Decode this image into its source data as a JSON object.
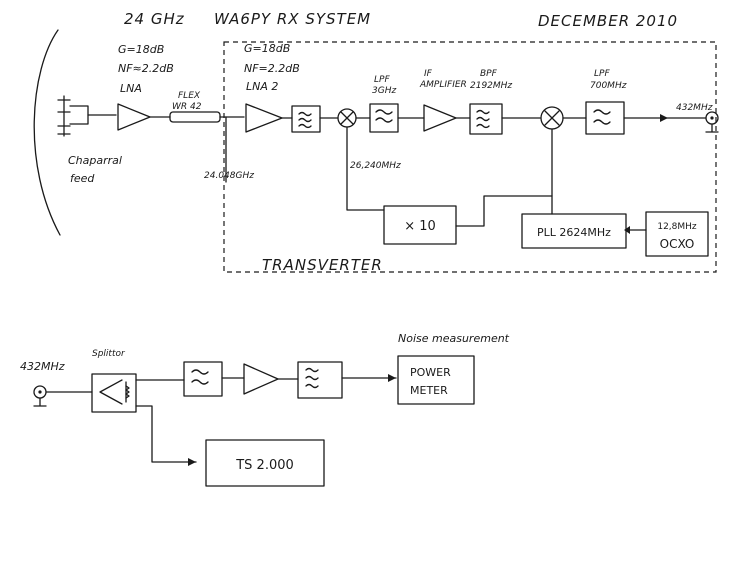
{
  "header": {
    "freq": "24 GHz",
    "title": "WA6PY RX SYSTEM",
    "date": "DECEMBER 2010"
  },
  "top": {
    "lna": {
      "gain": "G=18dB",
      "nf": "NF≈2.2dB",
      "name": "LNA"
    },
    "flex": {
      "line1": "FLEX",
      "line2": "WR 42"
    },
    "lna2": {
      "gain": "G=18dB",
      "nf": "NF=2.2dB",
      "name": "LNA 2"
    },
    "lpf1": {
      "line1": "LPF",
      "line2": "3GHz"
    },
    "if_amp": {
      "line1": "IF",
      "line2": "AMPLIFIER"
    },
    "bpf": {
      "line1": "BPF",
      "line2": "2192MHz"
    },
    "lpf2": {
      "line1": "LPF",
      "line2": "700MHz"
    },
    "out_freq": "432MHz",
    "feed": {
      "line1": "Chaparral",
      "line2": "feed"
    },
    "input_freq": "24.048GHz",
    "lo1_freq": "26,240MHz",
    "mult": "× 10",
    "pll": "PLL 2624MHz",
    "ocxo": {
      "line1": "12,8MHz",
      "line2": "OCXO"
    },
    "section_label": "TRANSVERTER"
  },
  "bottom": {
    "in_freq": "432MHz",
    "splitter": "Splittor",
    "noise_label": "Noise measurement",
    "power_meter": {
      "line1": "POWER",
      "line2": "METER"
    },
    "ts": "TS 2.000"
  }
}
